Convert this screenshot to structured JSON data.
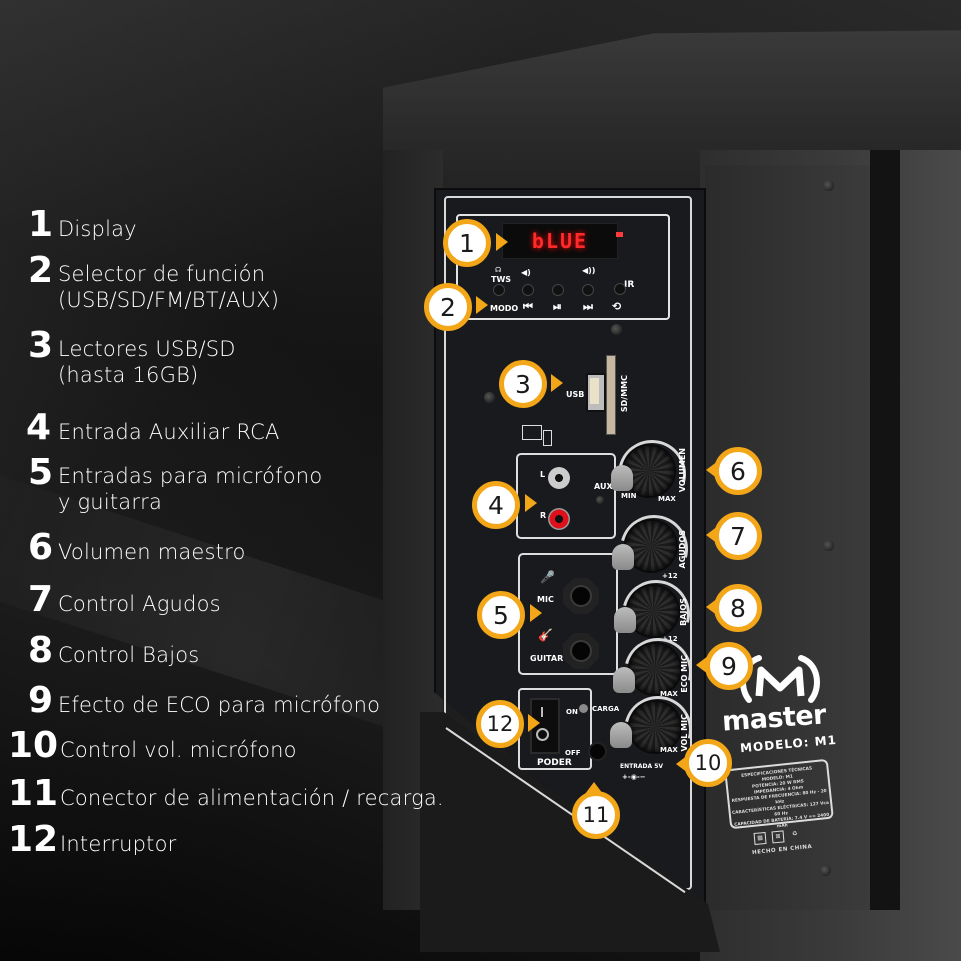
{
  "legend": [
    {
      "number": "1",
      "label_lines": [
        "Display"
      ]
    },
    {
      "number": "2",
      "label_lines": [
        "Selector de función",
        "(USB/SD/FM/BT/AUX)"
      ]
    },
    {
      "number": "3",
      "label_lines": [
        "Lectores USB/SD",
        "(hasta 16GB)"
      ]
    },
    {
      "number": "4",
      "label_lines": [
        "Entrada Auxiliar RCA"
      ]
    },
    {
      "number": "5",
      "label_lines": [
        "Entradas para micrófono",
        "y guitarra"
      ]
    },
    {
      "number": "6",
      "label_lines": [
        "Volumen maestro"
      ]
    },
    {
      "number": "7",
      "label_lines": [
        "Control Agudos"
      ]
    },
    {
      "number": "8",
      "label_lines": [
        "Control Bajos"
      ]
    },
    {
      "number": "9",
      "label_lines": [
        "Efecto de ECO para micrófono"
      ]
    },
    {
      "number": "10",
      "label_lines": [
        "Control vol. micrófono"
      ]
    },
    {
      "number": "11",
      "label_lines": [
        "Conector de alimentación / recarga."
      ]
    },
    {
      "number": "12",
      "label_lines": [
        "Interruptor"
      ]
    }
  ],
  "callouts": [
    "1",
    "2",
    "3",
    "4",
    "5",
    "6",
    "7",
    "8",
    "9",
    "10",
    "11",
    "12"
  ],
  "panel": {
    "display_text": "bLUE",
    "buttons": {
      "tws": "TWS",
      "modo": "MODO",
      "ir": "IR",
      "prev_icon": "prev-track-icon",
      "play_icon": "play-pause-icon",
      "next_icon": "next-track-icon",
      "repeat_icon": "repeat-icon",
      "vol_down_icon": "volume-down-icon",
      "vol_up_icon": "volume-up-icon"
    },
    "usb_label": "USB",
    "sd_label": "SD/MMC",
    "aux": {
      "left": "L",
      "right": "R",
      "aux": "AUX"
    },
    "inputs": {
      "mic": "MIC",
      "guitar": "GUITAR"
    },
    "knobs": {
      "volumen": {
        "label": "VOLUMEN",
        "min": "MIN",
        "max": "MAX"
      },
      "agudos": {
        "label": "AGUDOS",
        "max": "+12"
      },
      "bajos": {
        "label": "BAJOS",
        "max": "+12"
      },
      "eco_mic": {
        "label": "ECO MIC",
        "max": "MAX"
      },
      "vol_mic": {
        "label": "VOL MIC",
        "max": "MAX"
      }
    },
    "switch": {
      "label": "PODER",
      "on": "ON",
      "off": "OFF"
    },
    "charge_led": "CARGA",
    "dc_input": "ENTRADA 5V",
    "polarity": "+-◉-−"
  },
  "branding": {
    "brand": "master",
    "model": "MODELO: M1",
    "specs": [
      "ESPECIFICACIONES TÉCNICAS",
      "MODELO: M1",
      "POTENCIA: 20 W RMS",
      "IMPEDANCIA: 4 Ohm",
      "RESPUESTA DE FRECUENCIA: 80 Hz - 20 kHz",
      "CARACTERÍSTICAS ELÉCTRICAS: 127 Vca 60 Hz",
      "CAPACIDAD DE BATERÍA: 7.4 V == 2400 mAh"
    ],
    "made_in": "HECHO EN CHINA"
  },
  "colors": {
    "accent": "#f2a618",
    "lcd": "#ff2a2a",
    "rca_right": "#e0101a",
    "background": "#0c0c0c"
  }
}
